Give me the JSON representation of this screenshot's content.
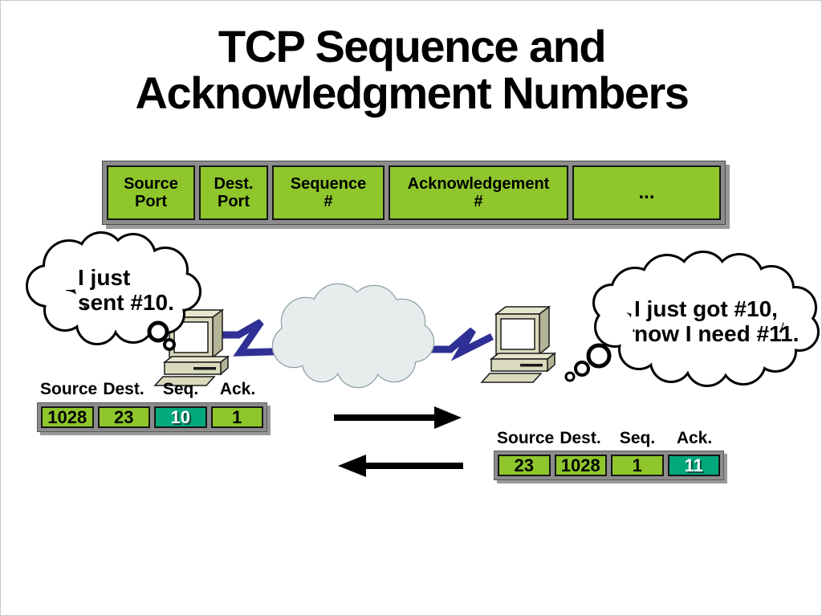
{
  "slide": {
    "title": "TCP Sequence and\nAcknowledgment Numbers"
  },
  "segment_fields": {
    "cells": [
      {
        "label": "Source\nPort"
      },
      {
        "label": "Dest.\nPort"
      },
      {
        "label": "Sequence\n#"
      },
      {
        "label": "Acknowledgement\n#"
      },
      {
        "label": "..."
      }
    ]
  },
  "sender": {
    "thought": "I just\nsent #10.",
    "table": {
      "headers": [
        "Source",
        "Dest.",
        "Seq.",
        "Ack."
      ],
      "values": [
        "1028",
        "23",
        "10",
        "1"
      ],
      "highlighted_field": "Seq."
    }
  },
  "receiver": {
    "thought": "I just got #10,\nnow I need #11.",
    "table": {
      "headers": [
        "Source",
        "Dest.",
        "Seq.",
        "Ack."
      ],
      "values": [
        "23",
        "1028",
        "1",
        "11"
      ],
      "highlighted_field": "Ack."
    }
  },
  "colors": {
    "field_green": "#8ec62c",
    "highlight_teal": "#00a87c",
    "frame_gray": "#8c8c8c",
    "link_blue": "#2f3095",
    "network_cloud_fill": "#e7eded"
  }
}
